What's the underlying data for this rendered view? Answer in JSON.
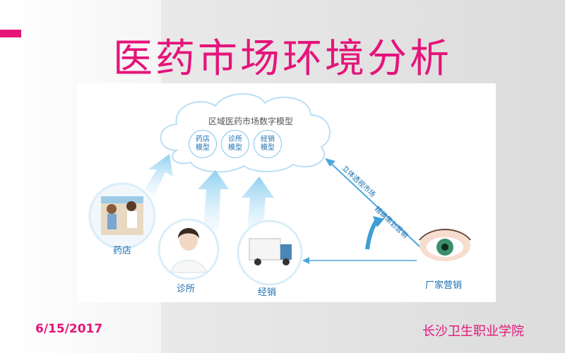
{
  "slide": {
    "title": "医药市场环境分析",
    "date": "6/15/2017",
    "organization": "长沙卫生职业学院"
  },
  "diagram": {
    "cloud_title": "区域医药市场数字模型",
    "models": [
      {
        "label": "药店\n模型"
      },
      {
        "label": "诊所\n模型"
      },
      {
        "label": "经销\n模型"
      }
    ],
    "nodes": {
      "pharmacy": "药店",
      "clinic": "诊所",
      "distribution": "经销",
      "manufacturer": "厂家营销"
    },
    "arrow_labels": {
      "upper": "立体透视市场",
      "lower": "精确策划营销"
    }
  },
  "colors": {
    "accent": "#e5147a",
    "diagram_blue": "#1a6fb3",
    "cloud_border": "#7fc4ea"
  }
}
